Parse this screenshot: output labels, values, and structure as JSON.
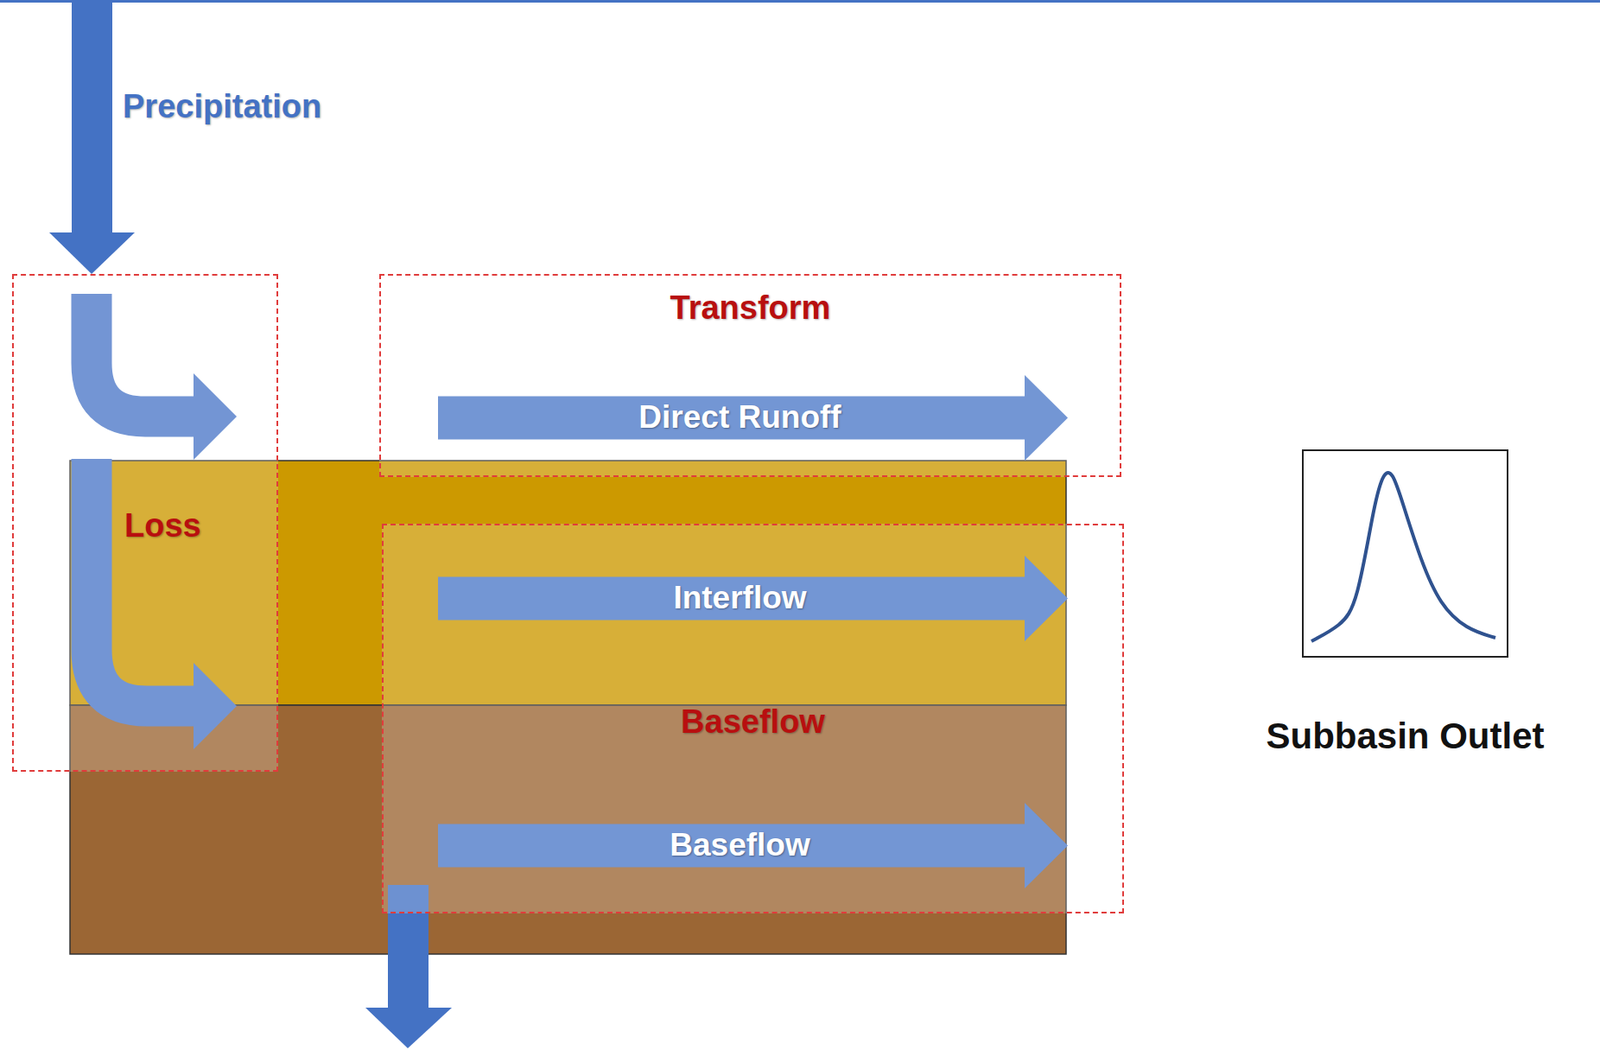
{
  "diagram": {
    "nodes": [
      {
        "text": [
          "Loss"
        ]
      },
      {
        "text": [
          "Transform"
        ]
      },
      {
        "text": [
          "Direct Runoff"
        ],
        "in": 1
      },
      {
        "text": [
          "Baseflow"
        ]
      },
      {
        "text": [
          "Interflow"
        ],
        "in": 3
      },
      {
        "text": [
          "Baseflow"
        ],
        "in": 3
      },
      {
        "text": [
          "Subbasin Outlet"
        ]
      }
    ],
    "labels": [
      "Precipitation"
    ]
  }
}
